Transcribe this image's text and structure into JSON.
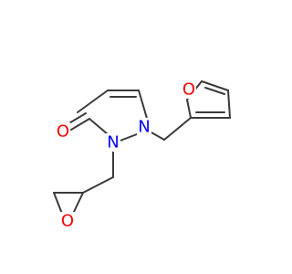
{
  "molecule": {
    "atoms": {
      "o_carbonyl": "O",
      "n1": "N",
      "n2": "N",
      "o_furan": "O",
      "o_epoxide": "O"
    }
  },
  "colors": {
    "bond": "#3a3a3a",
    "oxygen": "#ff0000",
    "nitrogen": "#0000ff",
    "background": "#ffffff"
  }
}
